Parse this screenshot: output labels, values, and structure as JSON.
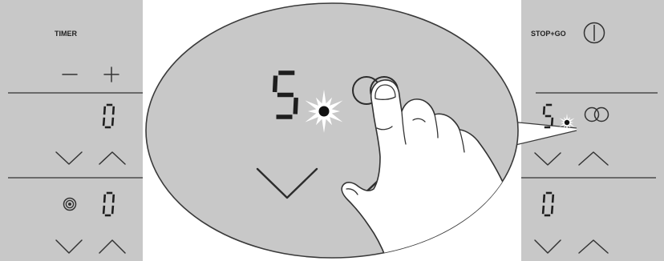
{
  "left_panel": {
    "title": "TIMER",
    "timer_display": "0",
    "zone_display": "0"
  },
  "magnifier": {
    "zone_display": "5"
  },
  "right_panel": {
    "title": "STOP+GO",
    "zone_1_display": "5",
    "zone_2_display": "0"
  },
  "icons": {
    "timer_decrease": "minus-icon",
    "timer_increase": "plus-icon",
    "decrease": "chevron-down-icon",
    "increase": "chevron-up-icon",
    "cooking_zone": "concentric-circles-icon",
    "power": "power-icon",
    "zone_key": "double-circle-icon",
    "indicator": "glowing-dot-icon",
    "hand": "pressing-hand-icon"
  },
  "colors": {
    "panel": "#c8c8c8",
    "outline": "#3a3a3a",
    "display_digits": "#1e1e1e",
    "indicator_glow": "#ffffff"
  }
}
